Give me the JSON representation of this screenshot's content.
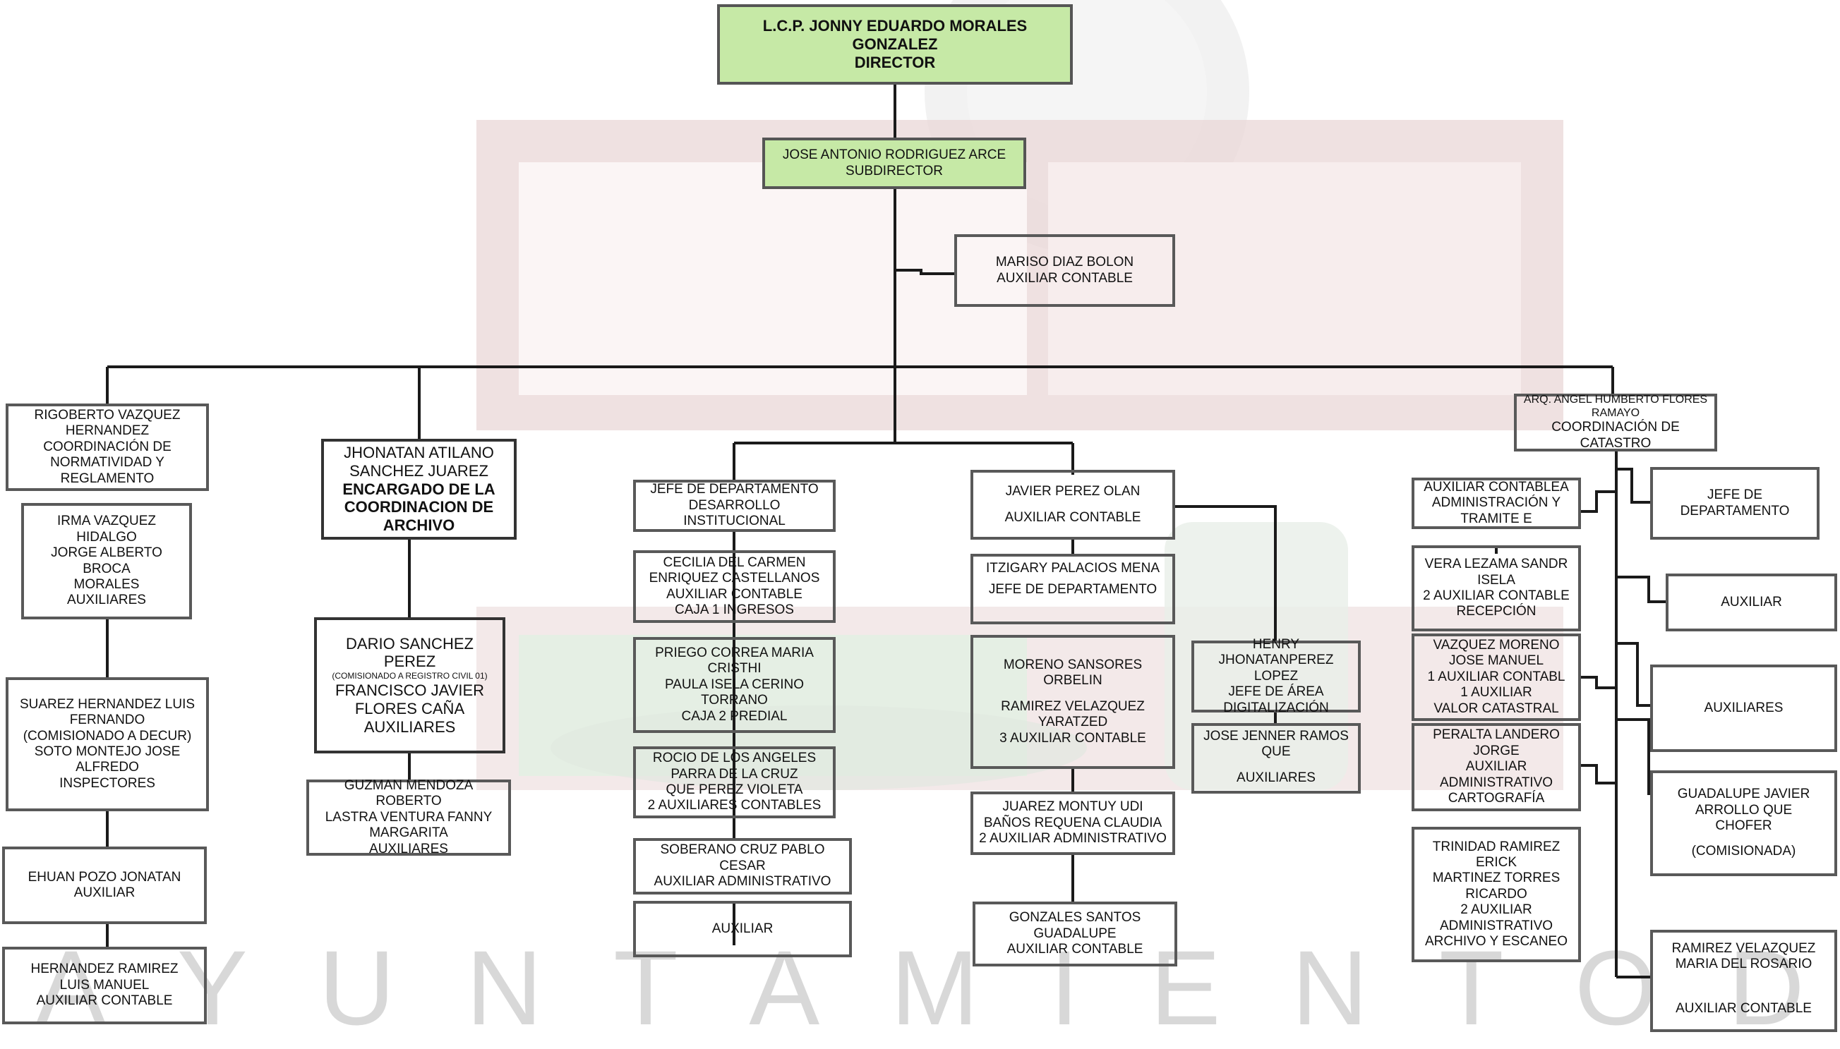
{
  "director": {
    "name": "L.C.P. JONNY EDUARDO MORALES GONZALEZ",
    "role": "DIRECTOR"
  },
  "subdirector": {
    "name": "JOSE ANTONIO RODRIGUEZ ARCE",
    "role": "SUBDIRECTOR"
  },
  "assistant": {
    "name": "MARISO DIAZ BOLON",
    "role": "AUXILIAR  CONTABLE"
  },
  "col1": {
    "head": [
      "RIGOBERTO VAZQUEZ",
      "HERNANDEZ",
      "COORDINACIÓN DE",
      "NORMATIVIDAD Y",
      "REGLAMENTO"
    ],
    "b2": [
      "IRMA  VAZQUEZ",
      "HIDALGO",
      "JORGE ALBERTO BROCA",
      "MORALES",
      "AUXILIARES"
    ],
    "b3": [
      "SUAREZ HERNANDEZ LUIS",
      "FERNANDO",
      "(COMISIONADO A  DECUR)",
      "SOTO MONTEJO JOSE",
      "ALFREDO",
      "INSPECTORES"
    ],
    "b4": [
      "EHUAN POZO JONATAN",
      "AUXILIAR"
    ],
    "b5": [
      "HERNANDEZ RAMIREZ",
      "LUIS MANUEL",
      "AUXILIAR CONTABLE"
    ]
  },
  "col2": {
    "head": [
      "JHONATAN ATILANO",
      "SANCHEZ JUAREZ",
      "ENCARGADO DE LA",
      "COORDINACION DE",
      "ARCHIVO"
    ],
    "b2": [
      "DARIO SANCHEZ PEREZ",
      "(COMISIONADO A REGISTRO CIVIL 01)",
      "FRANCISCO JAVIER",
      "FLORES CAÑA",
      "AUXILIARES"
    ],
    "b3": [
      "GUZMAN MENDOZA ROBERTO",
      "LASTRA VENTURA FANNY",
      "MARGARITA",
      "AUXILIARES"
    ]
  },
  "col3": {
    "head": [
      "JEFE DE DEPARTAMENTO",
      "DESARROLLO INSTITUCIONAL"
    ],
    "b2": [
      "CECILIA DEL CARMEN",
      "ENRIQUEZ CASTELLANOS",
      "AUXILIAR CONTABLE",
      "CAJA 1 INGRESOS"
    ],
    "b3": [
      "PRIEGO CORREA MARIA",
      "CRISTHI",
      "PAULA ISELA CERINO",
      "TORRANO",
      "CAJA 2 PREDIAL"
    ],
    "b4": [
      "ROCIO DE LOS ANGELES",
      "PARRA DE LA CRUZ",
      "QUE PEREZ VIOLETA",
      "2 AUXILIARES CONTABLES"
    ],
    "b5": [
      "SOBERANO CRUZ PABLO CESAR",
      "AUXILIAR ADMINISTRATIVO"
    ],
    "b6": [
      "AUXILIAR"
    ]
  },
  "col4": {
    "head": [
      "JAVIER PEREZ OLAN",
      "AUXILIAR CONTABLE"
    ],
    "b2": [
      "ITZIGARY PALACIOS MENA",
      "JEFE DE DEPARTAMENTO"
    ],
    "b3": [
      "MORENO SANSORES",
      "ORBELIN",
      "RAMIREZ VELAZQUEZ",
      "YARATZED",
      "3 AUXILIAR CONTABLE"
    ],
    "b4": [
      "JUAREZ MONTUY UDI",
      "BAÑOS REQUENA CLAUDIA",
      "2 AUXILIAR ADMINISTRATIVO"
    ],
    "b5": [
      "GONZALES SANTOS",
      "GUADALUPE",
      "AUXILIAR CONTABLE"
    ],
    "side1": [
      "HENRY",
      "JHONATANPEREZ LOPEZ",
      "JEFE DE ÁREA",
      "DIGITALIZACIÓN"
    ],
    "side2": [
      "JOSE JENNER RAMOS",
      "QUE",
      "AUXILIARES"
    ]
  },
  "col5": {
    "head": [
      "ARQ. ANGEL HUMBERTO FLORES",
      "RAMAYO",
      "COORDINACIÓN DE",
      "CATASTRO"
    ],
    "b1": [
      "AUXILIAR CONTABLEA",
      "ADMINISTRACIÓN Y",
      "TRAMITE         E"
    ],
    "b2": [
      "VERA LEZAMA SANDR",
      "ISELA",
      "2 AUXILIAR CONTABLE",
      "RECEPCIÓN"
    ],
    "b3": [
      "VAZQUEZ MORENO",
      "JOSE MANUEL",
      "1 AUXILIAR CONTABL",
      "1 AUXILIAR",
      "VALOR CATASTRAL"
    ],
    "b4": [
      "PERALTA LANDERO",
      "JORGE",
      "AUXILIAR",
      "ADMINISTRATIVO",
      "CARTOGRAFÍA"
    ],
    "b5": [
      "TRINIDAD RAMIREZ",
      "ERICK",
      "MARTINEZ TORRES",
      "RICARDO",
      "2 AUXILIAR",
      "ADMINISTRATIVO",
      "ARCHIVO Y ESCANEO"
    ],
    "r1": [
      "JEFE DE",
      "DEPARTAMENTO"
    ],
    "r2": [
      "AUXILIAR"
    ],
    "r3": [
      "AUXILIARES"
    ],
    "r4": [
      "GUADALUPE JAVIER",
      "ARROLLO QUE",
      "CHOFER",
      "(COMISIONADA)"
    ],
    "r5": [
      "RAMIREZ VELAZQUEZ",
      "MARIA DEL ROSARIO",
      "AUXILIAR CONTABLE"
    ]
  },
  "watermark": [
    "A",
    "Y",
    "U",
    "N",
    "T",
    "A",
    "M",
    "I",
    "E",
    "N",
    "T",
    "O",
    "D"
  ],
  "colors": {
    "green_fill": "#c6e9a6",
    "border": "#595959",
    "watermark": "#e8d4d4"
  }
}
